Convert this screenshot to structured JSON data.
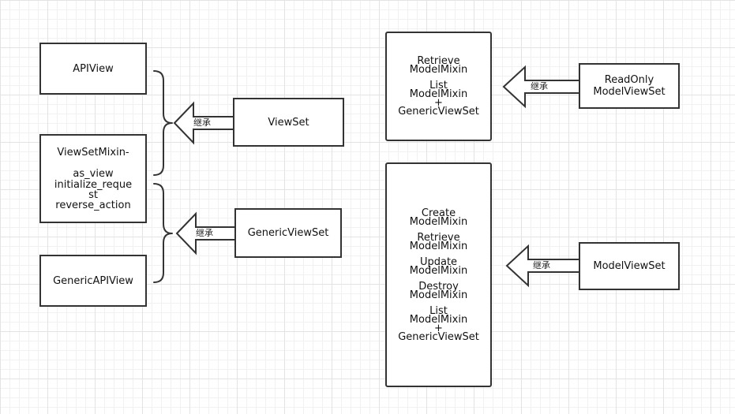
{
  "inherit_label": "继承",
  "left": {
    "apiview": "APIView",
    "viewsetmixin": [
      "ViewSetMixin-",
      "as_view",
      "initialize_reque",
      "st",
      "reverse_action"
    ],
    "genericapiview": "GenericAPIView",
    "viewset": "ViewSet",
    "genericviewset": "GenericViewSet"
  },
  "right": {
    "readonly_parents": [
      "Retrieve",
      "ModelMixin",
      "List",
      "ModelMixin",
      "+",
      "GenericViewSet"
    ],
    "readonly_child": [
      "ReadOnly",
      "ModelViewSet"
    ],
    "model_parents": [
      "Create",
      "ModelMixin",
      "Retrieve",
      "ModelMixin",
      "Update",
      "ModelMixin",
      "Destroy",
      "ModelMixin",
      "List",
      "ModelMixin",
      "+",
      "GenericViewSet"
    ],
    "model_child": "ModelViewSet"
  }
}
